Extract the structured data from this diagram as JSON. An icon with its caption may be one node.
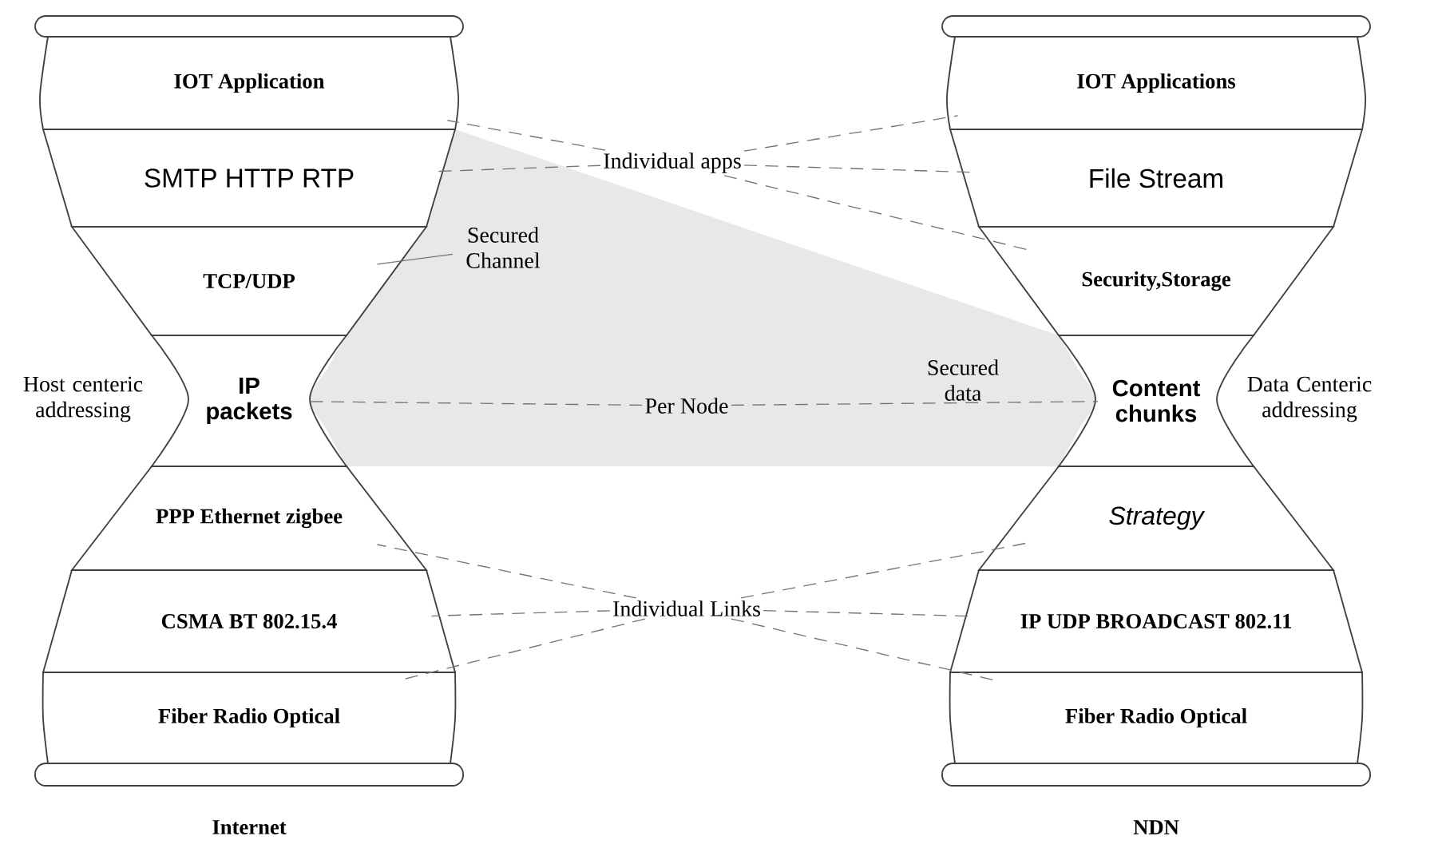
{
  "diagram": {
    "nodes": [
      {
        "text": [
          "IOT Application"
        ]
      },
      {
        "text": [
          "SMTP  HTTP  RTP"
        ]
      },
      {
        "text": [
          "TCP/UDP"
        ]
      },
      {
        "text": [
          "IP packets"
        ]
      },
      {
        "text": [
          "PPP Ethernet zigbee"
        ]
      },
      {
        "text": [
          "CSMA BT 802.15.4"
        ]
      },
      {
        "text": [
          "Fiber Radio Optical"
        ]
      },
      {
        "text": [
          "IOT Applications"
        ]
      },
      {
        "text": [
          "File  Stream"
        ]
      },
      {
        "text": [
          "Security,Storage"
        ]
      },
      {
        "text": [
          "Content chunks"
        ]
      },
      {
        "text": [
          "Strategy"
        ]
      },
      {
        "text": [
          "IP UDP BROADCAST 802.11"
        ]
      },
      {
        "text": [
          "Fiber Radio Optical"
        ]
      },
      {
        "text": [
          "Individual apps"
        ]
      },
      {
        "text": [
          "Individual Links"
        ]
      },
      {
        "text": [
          "Secured Channel"
        ]
      },
      {
        "text": [
          "Per Node"
        ]
      }
    ],
    "edges": [
      {
        "from": 14,
        "to": 0,
        "arrow": "none",
        "style": "dashed"
      },
      {
        "from": 14,
        "to": 1,
        "arrow": "none",
        "style": "dashed"
      },
      {
        "from": 14,
        "to": 7,
        "arrow": "none",
        "style": "dashed"
      },
      {
        "from": 14,
        "to": 8,
        "arrow": "none",
        "style": "dashed"
      },
      {
        "from": 14,
        "to": 9,
        "arrow": "none",
        "style": "dashed"
      },
      {
        "from": 16,
        "to": 2,
        "arrow": "none"
      },
      {
        "from": 17,
        "to": 3,
        "arrow": "none",
        "style": "dashed"
      },
      {
        "from": 17,
        "to": 10,
        "arrow": "none",
        "style": "dashed"
      },
      {
        "from": 15,
        "to": 4,
        "arrow": "none",
        "style": "dashed"
      },
      {
        "from": 15,
        "to": 5,
        "arrow": "none",
        "style": "dashed"
      },
      {
        "from": 15,
        "to": 6,
        "arrow": "none",
        "style": "dashed"
      },
      {
        "from": 15,
        "to": 11,
        "arrow": "none",
        "style": "dashed"
      },
      {
        "from": 15,
        "to": 12,
        "arrow": "none",
        "style": "dashed"
      },
      {
        "from": 15,
        "to": 13,
        "arrow": "none",
        "style": "dashed"
      }
    ],
    "labels": [
      "Secured data",
      "Host centeric addressing",
      "Data Centeric addressing",
      "Internet",
      "NDN"
    ]
  }
}
